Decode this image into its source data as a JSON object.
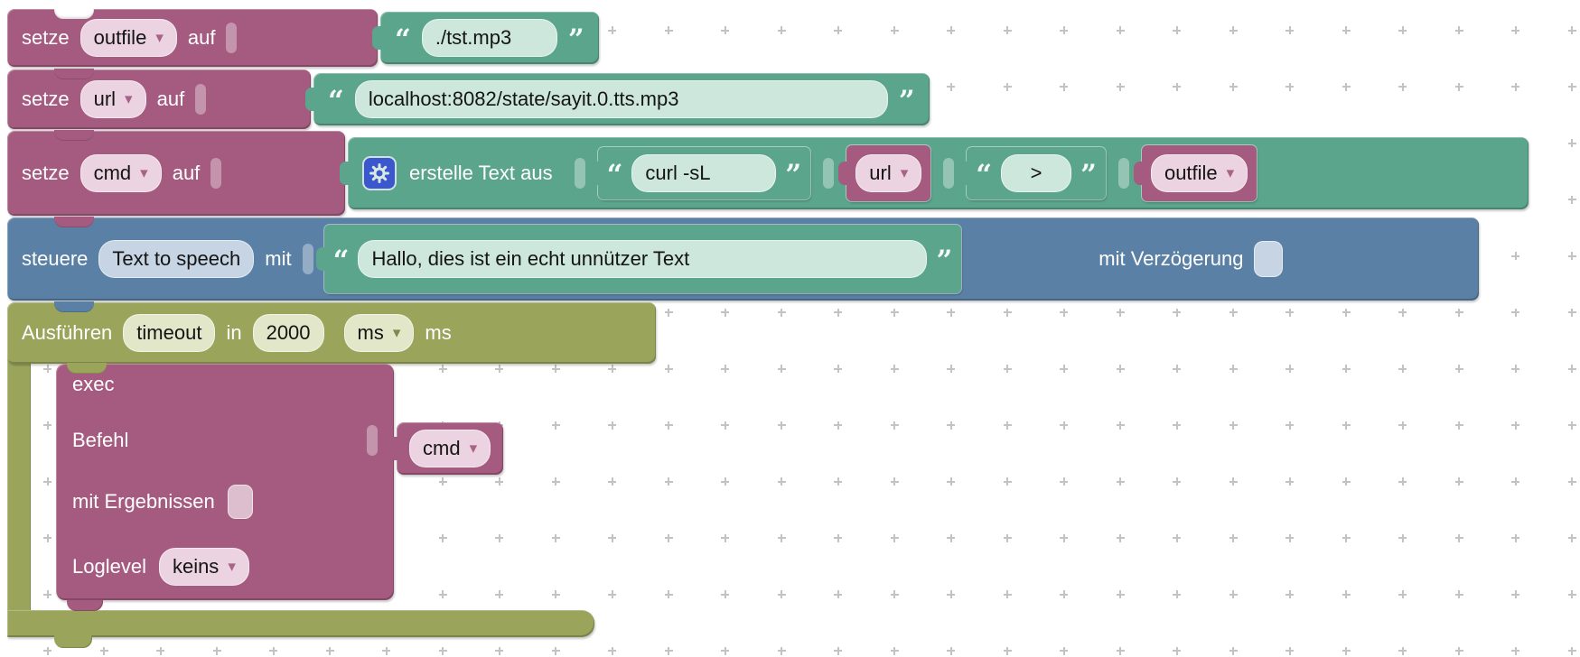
{
  "colors": {
    "pink": "#a55b80",
    "pinkLight": "#ecd3e1",
    "teal": "#5ba58c",
    "tealLight": "#cde7dc",
    "blue": "#5b80a5",
    "blueLight": "#c6d4e3",
    "olive": "#9aa55b",
    "oliveLight": "#e3e7ca",
    "checkPink": "#dcbecf",
    "gearBlue": "#3a57cd",
    "gridDot": "#c3c3c3"
  },
  "quotes": {
    "open": "“",
    "close": "”"
  },
  "blocks": {
    "set_outfile": {
      "keyword": "setze",
      "variable": "outfile",
      "preposition": "auf",
      "value": "./tst.mp3"
    },
    "set_url": {
      "keyword": "setze",
      "variable": "url",
      "preposition": "auf",
      "value": "localhost:8082/state/sayit.0.tts.mp3"
    },
    "set_cmd": {
      "keyword": "setze",
      "variable": "cmd",
      "preposition": "auf",
      "text_join": {
        "label": "erstelle Text aus",
        "items": [
          {
            "type": "string",
            "value": "curl -sL"
          },
          {
            "type": "variable",
            "value": "url"
          },
          {
            "type": "string",
            "value": ">"
          },
          {
            "type": "variable",
            "value": "outfile"
          }
        ]
      }
    },
    "sayit": {
      "keyword": "steuere",
      "instance": "Text to speech",
      "preposition": "mit",
      "message": "Hallo, dies ist ein echt unnützer Text",
      "delay_label": "mit Verzögerung",
      "delay_checked": false
    },
    "timeout": {
      "keyword": "Ausführen",
      "name": "timeout",
      "in_label": "in",
      "duration": "2000",
      "unit": "ms",
      "unit_suffix": "ms"
    },
    "exec": {
      "title": "exec",
      "command_label": "Befehl",
      "command_variable": "cmd",
      "with_results_label": "mit Ergebnissen",
      "with_results_checked": false,
      "loglevel_label": "Loglevel",
      "loglevel": "keins"
    }
  }
}
